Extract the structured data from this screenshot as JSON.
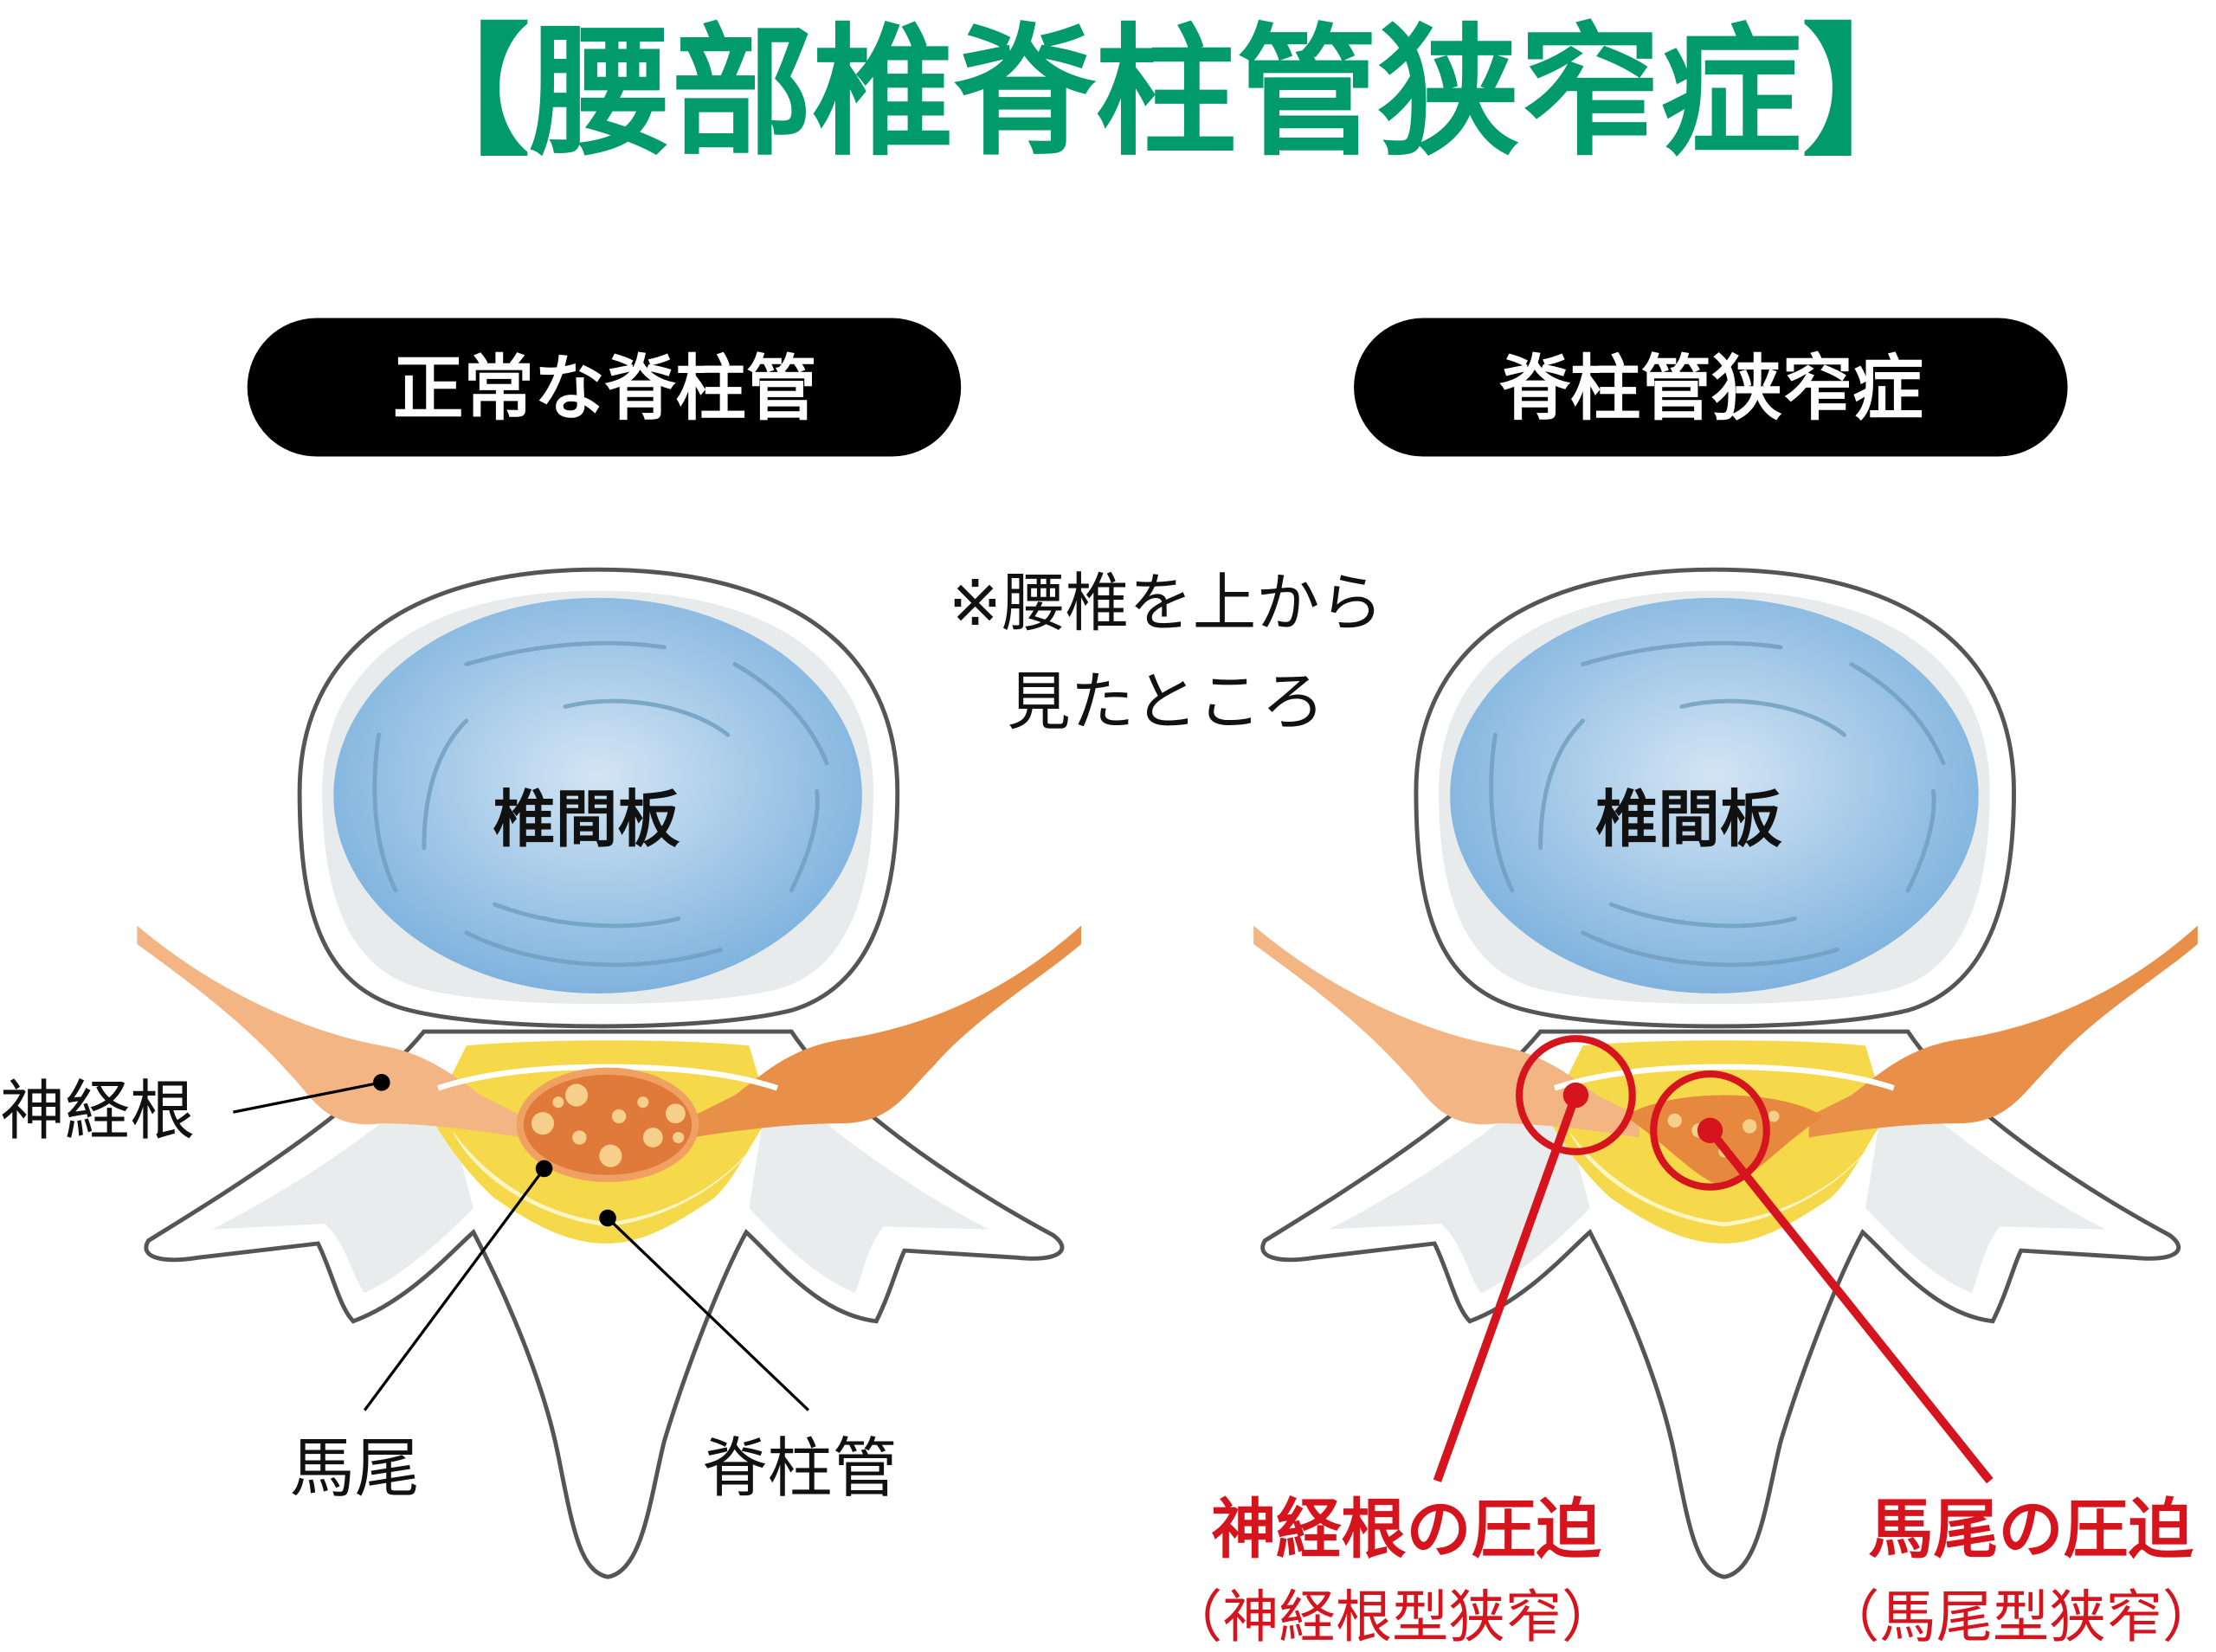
{
  "title": "【腰部椎脊柱管狭窄症】",
  "panels": {
    "normal": {
      "label": "正常な脊柱管",
      "disc": "椎間板"
    },
    "stenosis": {
      "label": "脊柱管狭窄症",
      "disc": "椎間板"
    }
  },
  "note": {
    "line1": "※腰椎を上から",
    "line2": "見たところ"
  },
  "labels": {
    "nerve_root": "神経根",
    "cauda_equina": "馬尾",
    "spinal_canal": "脊柱管"
  },
  "compression": {
    "nerve_root": {
      "main": "神経根の圧迫",
      "sub": "（神経根型狭窄）"
    },
    "cauda": {
      "main": "馬尾の圧迫",
      "sub": "（馬尾型狭窄）"
    }
  },
  "colors": {
    "title": "#009a6b",
    "alert": "#d6141d",
    "pill": "#000000",
    "disc": "#8fbde3",
    "nerve": "#eea46a",
    "canal": "#f5d94a"
  }
}
